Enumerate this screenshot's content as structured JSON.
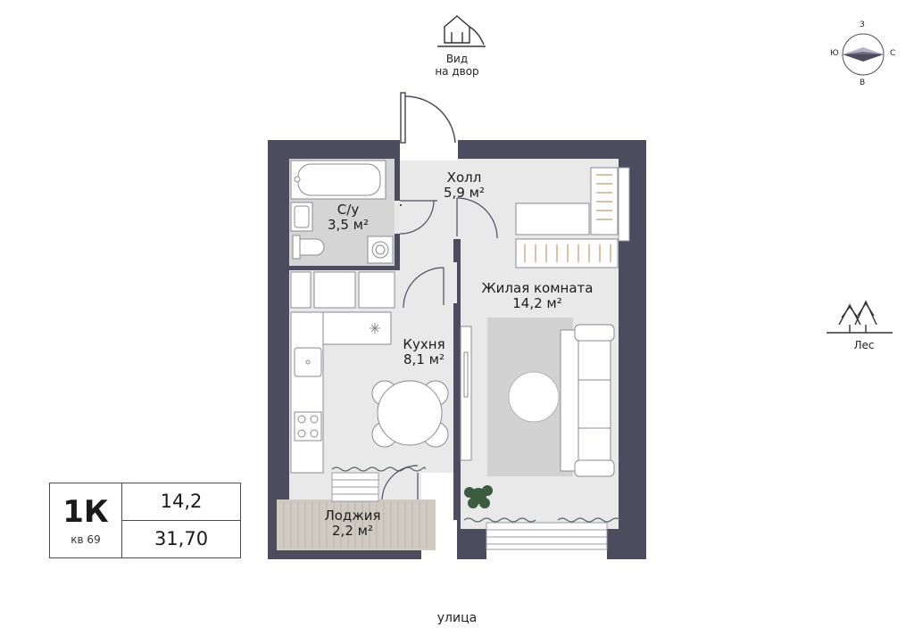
{
  "orientation": {
    "yard_view": "Вид\nна двор",
    "forest": "Лес",
    "street": "улица",
    "compass": {
      "north_label": "З",
      "south_label": "В",
      "west_label": "Ю",
      "east_label": "С"
    }
  },
  "rooms": {
    "hall": {
      "name": "Холл",
      "area": "5,9 м²"
    },
    "bathroom": {
      "name": "С/у",
      "area": "3,5 м²"
    },
    "living": {
      "name": "Жилая комната",
      "area": "14,2 м²"
    },
    "kitchen": {
      "name": "Кухня",
      "area": "8,1 м²"
    },
    "loggia": {
      "name": "Лоджия",
      "area": "2,2 м²"
    }
  },
  "apartment": {
    "type": "1К",
    "number_label": "кв 69",
    "living_area": "14,2",
    "total_area": "31,70"
  },
  "colors": {
    "wall": "#4d4b5e",
    "floor": "#e8e8e8",
    "wet_floor": "#d6d6d6",
    "rug": "#d2d2d2",
    "loggia_floor": "#cfcbc2"
  }
}
